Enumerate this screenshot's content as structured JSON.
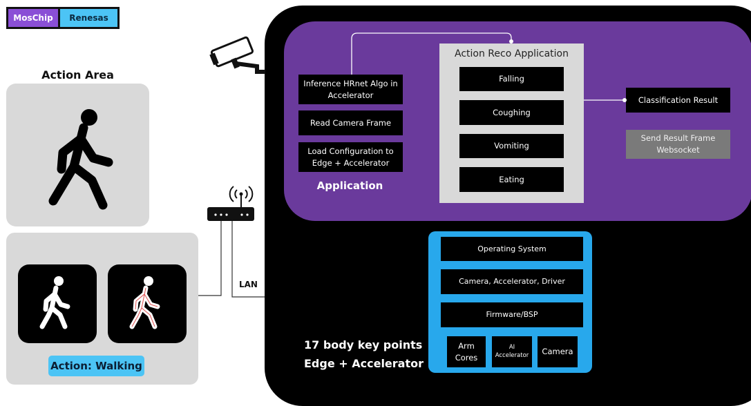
{
  "logo": {
    "left": "MosChip",
    "right": "Renesas"
  },
  "action_area": {
    "title": "Action Area"
  },
  "action_result": {
    "label": "Action: Walking"
  },
  "network": {
    "lan_label": "LAN"
  },
  "application": {
    "label": "Application",
    "steps": [
      "Inference HRnet Algo in Accelerator",
      "Read Camera Frame",
      "Load Configuration to Edge + Accelerator"
    ],
    "reco": {
      "title": "Action Reco Application",
      "actions": [
        "Falling",
        "Coughing",
        "Vomiting",
        "Eating"
      ]
    },
    "classification_result": "Classification Result",
    "send_result": "Send Result Frame Websocket"
  },
  "platform": {
    "layers": [
      "Operating System",
      "Camera, Accelerator, Driver",
      "Firmware/BSP"
    ],
    "hardware": [
      "Arm Cores",
      "AI Accelerator",
      "Camera"
    ]
  },
  "device": {
    "line1": "17 body key points",
    "line2": "Edge + Accelerator"
  },
  "colors": {
    "purple": "#6a3a9c",
    "blue": "#28a8ec",
    "light_blue": "#4cc4f5",
    "gray": "#d9d9d9",
    "logo_purple": "#8a4fd6"
  }
}
